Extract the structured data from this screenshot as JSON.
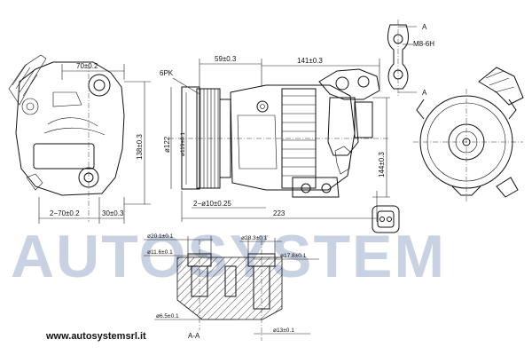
{
  "watermark": "AUTOSYSTEM",
  "website": "www.autosystemsrl.it",
  "section_label": "A-A",
  "section_marks": [
    "A",
    "A"
  ],
  "thread_label": "M8-6H",
  "pulley_label": "6PK",
  "dimensions": {
    "left_width": "70±0.2",
    "left_height": "138±0.3",
    "left_bottom_a": "2−70±0.2",
    "left_bottom_b": "30±0.3",
    "front_pulley_dia": "ø122",
    "front_hub_dia": "ø119±0.1",
    "top_a": "59±0.3",
    "top_b": "141±0.3",
    "right_height": "144±0.3",
    "bottom_holes": "2−ø10±0.25",
    "overall_length": "223",
    "port_d1": "ø20.1±0.1",
    "port_d2": "ø11.6±0.1",
    "port_d3": "ø28.3±0.1",
    "port_d4": "ø17.8±0.1",
    "port_d5": "ø6.5±0.1",
    "port_d6": "ø13±0.1"
  }
}
